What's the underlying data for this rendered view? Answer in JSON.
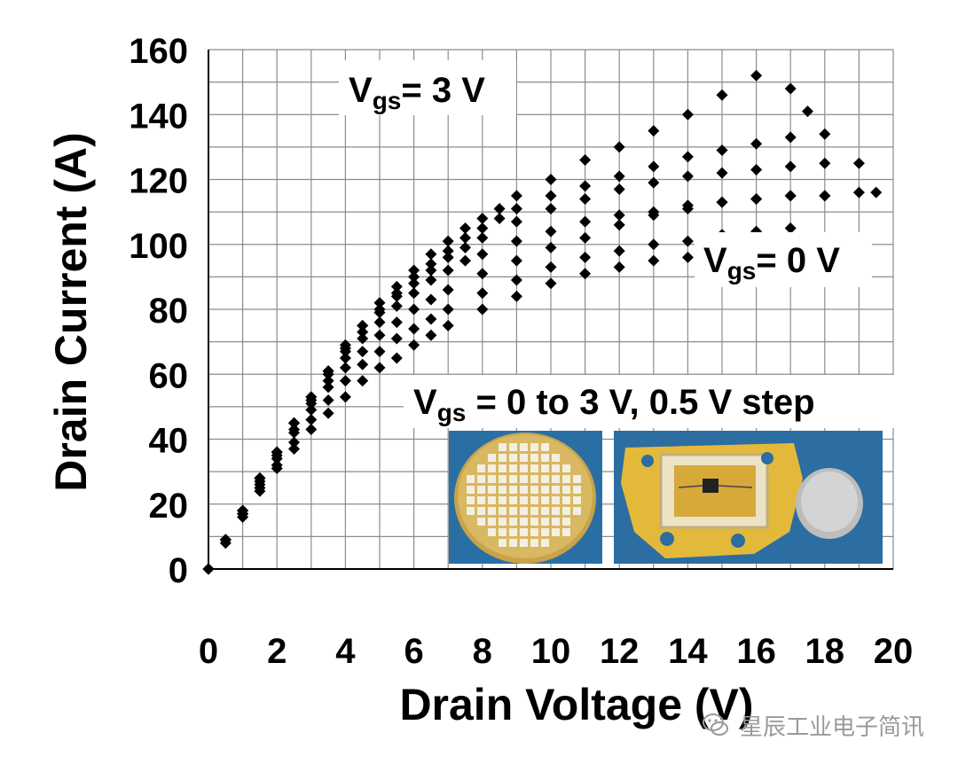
{
  "chart_data": {
    "type": "scatter",
    "title": "",
    "xlabel": "Drain Voltage (V)",
    "ylabel": "Drain Current (A)",
    "xlim": [
      0,
      20
    ],
    "ylim": [
      0,
      160
    ],
    "xticks": [
      "0",
      "2",
      "4",
      "6",
      "8",
      "10",
      "12",
      "14",
      "16",
      "18",
      "20"
    ],
    "yticks": [
      "0",
      "20",
      "40",
      "60",
      "80",
      "100",
      "120",
      "140",
      "160"
    ],
    "grid": true,
    "marker": "diamond",
    "series": [
      {
        "values": [
          [
            0,
            0
          ],
          [
            0.5,
            9
          ],
          [
            1,
            18
          ],
          [
            1.5,
            28
          ],
          [
            2,
            36
          ],
          [
            2.5,
            45
          ],
          [
            3,
            53
          ],
          [
            3.5,
            61
          ],
          [
            4,
            69
          ],
          [
            4.5,
            75
          ],
          [
            5,
            82
          ],
          [
            5.5,
            87
          ],
          [
            6,
            92
          ],
          [
            6.5,
            97
          ],
          [
            7,
            101
          ],
          [
            7.5,
            105
          ],
          [
            8,
            108
          ],
          [
            8.5,
            111
          ],
          [
            9,
            115
          ],
          [
            10,
            120
          ],
          [
            11,
            126
          ],
          [
            12,
            130
          ],
          [
            13,
            135
          ],
          [
            14,
            140
          ],
          [
            15,
            146
          ],
          [
            16,
            152
          ],
          [
            17,
            148
          ],
          [
            17.5,
            141
          ]
        ]
      },
      {
        "values": [
          [
            0,
            0
          ],
          [
            0.5,
            9
          ],
          [
            1,
            18
          ],
          [
            1.5,
            28
          ],
          [
            2,
            36
          ],
          [
            2.5,
            45
          ],
          [
            3,
            53
          ],
          [
            3.5,
            61
          ],
          [
            4,
            68
          ],
          [
            4.5,
            75
          ],
          [
            5,
            80
          ],
          [
            5.5,
            85
          ],
          [
            6,
            90
          ],
          [
            6.5,
            94
          ],
          [
            7,
            98
          ],
          [
            7.5,
            102
          ],
          [
            8,
            105
          ],
          [
            8.5,
            108
          ],
          [
            9,
            111
          ],
          [
            10,
            115
          ],
          [
            11,
            118
          ],
          [
            12,
            121
          ],
          [
            13,
            124
          ],
          [
            14,
            127
          ],
          [
            15,
            129
          ],
          [
            16,
            131
          ],
          [
            17,
            133
          ],
          [
            18,
            134
          ]
        ]
      },
      {
        "values": [
          [
            0,
            0
          ],
          [
            0.5,
            9
          ],
          [
            1,
            18
          ],
          [
            1.5,
            28
          ],
          [
            2,
            36
          ],
          [
            2.5,
            45
          ],
          [
            3,
            52
          ],
          [
            3.5,
            60
          ],
          [
            4,
            67
          ],
          [
            4.5,
            73
          ],
          [
            5,
            79
          ],
          [
            5.5,
            84
          ],
          [
            6,
            88
          ],
          [
            6.5,
            92
          ],
          [
            7,
            96
          ],
          [
            7.5,
            99
          ],
          [
            8,
            102
          ],
          [
            9,
            107
          ],
          [
            10,
            111
          ],
          [
            11,
            114
          ],
          [
            12,
            117
          ],
          [
            13,
            119
          ],
          [
            14,
            121
          ],
          [
            15,
            122
          ],
          [
            16,
            123
          ],
          [
            17,
            124
          ],
          [
            18,
            125
          ],
          [
            19,
            125
          ]
        ]
      },
      {
        "values": [
          [
            0,
            0
          ],
          [
            0.5,
            9
          ],
          [
            1,
            18
          ],
          [
            1.5,
            27
          ],
          [
            2,
            35
          ],
          [
            2.5,
            43
          ],
          [
            3,
            51
          ],
          [
            3.5,
            58
          ],
          [
            4,
            65
          ],
          [
            4.5,
            71
          ],
          [
            5,
            76
          ],
          [
            5.5,
            81
          ],
          [
            6,
            85
          ],
          [
            6.5,
            89
          ],
          [
            7,
            92
          ],
          [
            7.5,
            95
          ],
          [
            8,
            97
          ],
          [
            9,
            101
          ],
          [
            10,
            104
          ],
          [
            11,
            107
          ],
          [
            12,
            109
          ],
          [
            13,
            110
          ],
          [
            14,
            112
          ],
          [
            15,
            113
          ],
          [
            16,
            114
          ],
          [
            17,
            115
          ],
          [
            18,
            115
          ],
          [
            19,
            116
          ],
          [
            19.5,
            116
          ]
        ]
      },
      {
        "values": [
          [
            0,
            0
          ],
          [
            0.5,
            9
          ],
          [
            1,
            17
          ],
          [
            1.5,
            26
          ],
          [
            2,
            34
          ],
          [
            2.5,
            42
          ],
          [
            3,
            49
          ],
          [
            3.5,
            56
          ],
          [
            4,
            62
          ],
          [
            4.5,
            67
          ],
          [
            5,
            72
          ],
          [
            5.5,
            76
          ],
          [
            6,
            80
          ],
          [
            6.5,
            83
          ],
          [
            7,
            86
          ],
          [
            8,
            91
          ],
          [
            9,
            95
          ],
          [
            10,
            99
          ],
          [
            11,
            102
          ],
          [
            12,
            106
          ],
          [
            13,
            109
          ],
          [
            14,
            111
          ],
          [
            15,
            113
          ],
          [
            16,
            114
          ],
          [
            17,
            115
          ],
          [
            18,
            115
          ]
        ]
      },
      {
        "values": [
          [
            0,
            0
          ],
          [
            0.5,
            9
          ],
          [
            1,
            17
          ],
          [
            1.5,
            25
          ],
          [
            2,
            32
          ],
          [
            2.5,
            39
          ],
          [
            3,
            46
          ],
          [
            3.5,
            52
          ],
          [
            4,
            58
          ],
          [
            4.5,
            63
          ],
          [
            5,
            67
          ],
          [
            5.5,
            71
          ],
          [
            6,
            74
          ],
          [
            6.5,
            77
          ],
          [
            7,
            80
          ],
          [
            8,
            85
          ],
          [
            9,
            89
          ],
          [
            10,
            93
          ],
          [
            11,
            96
          ],
          [
            12,
            98
          ],
          [
            13,
            100
          ],
          [
            14,
            101
          ],
          [
            15,
            103
          ],
          [
            16,
            104
          ],
          [
            17,
            105
          ]
        ]
      },
      {
        "values": [
          [
            0,
            0
          ],
          [
            0.5,
            8
          ],
          [
            1,
            16
          ],
          [
            1.5,
            24
          ],
          [
            2,
            31
          ],
          [
            2.5,
            37
          ],
          [
            3,
            43
          ],
          [
            3.5,
            48
          ],
          [
            4,
            53
          ],
          [
            4.5,
            58
          ],
          [
            5,
            62
          ],
          [
            5.5,
            65
          ],
          [
            6,
            69
          ],
          [
            6.5,
            72
          ],
          [
            7,
            75
          ],
          [
            8,
            80
          ],
          [
            9,
            84
          ],
          [
            10,
            88
          ],
          [
            11,
            91
          ],
          [
            12,
            93
          ],
          [
            13,
            95
          ],
          [
            14,
            96
          ]
        ]
      }
    ],
    "annotations": [
      {
        "main": "V",
        "sub": "gs",
        "rest": "= 3 V"
      },
      {
        "main": "V",
        "sub": "gs",
        "rest": "= 0 V"
      },
      {
        "main": "V",
        "sub": "gs",
        "rest": " = 0 to 3 V, 0.5 V step"
      }
    ]
  },
  "watermark": {
    "icon": "wechat-icon",
    "text": "星辰工业电子简讯"
  },
  "photos": [
    {
      "name": "wafer-photo",
      "caption": ""
    },
    {
      "name": "packaged-device-photo",
      "caption": ""
    }
  ]
}
